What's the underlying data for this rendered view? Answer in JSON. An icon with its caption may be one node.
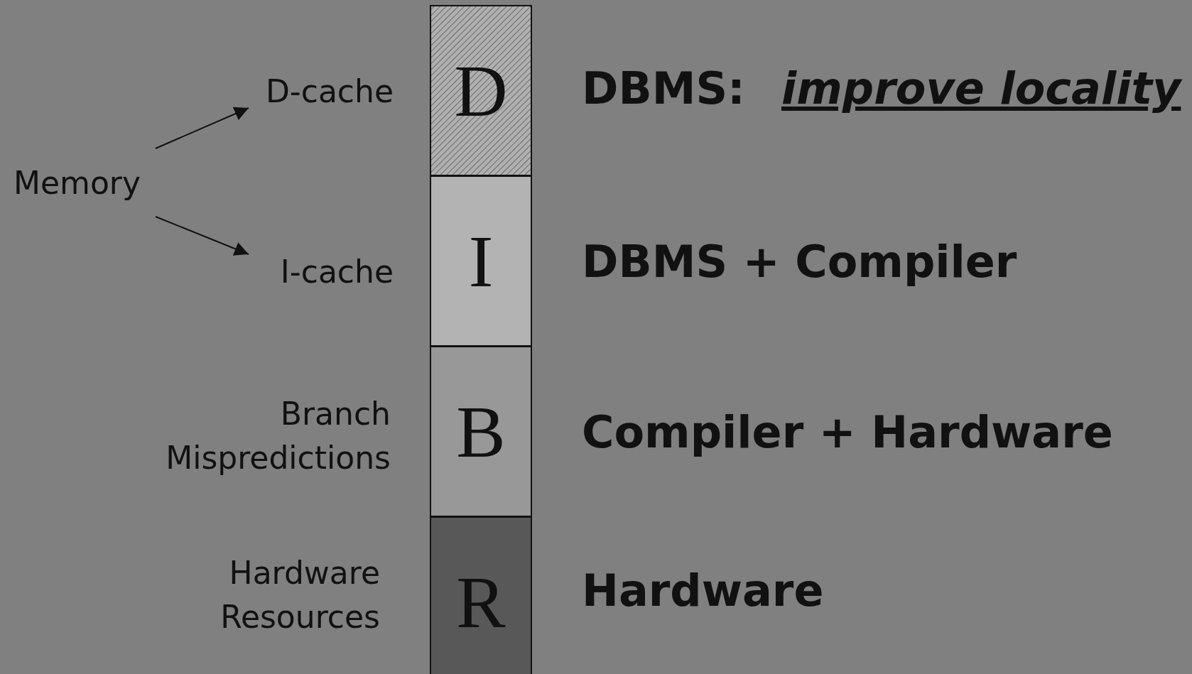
{
  "diagram": {
    "nodes": [
      {
        "text": [
          "Memory"
        ]
      },
      {
        "text": [
          "D-cache"
        ]
      },
      {
        "text": [
          "I-cache"
        ]
      },
      {
        "text": [
          "D"
        ]
      },
      {
        "text": [
          "I"
        ]
      },
      {
        "text": [
          "B"
        ]
      },
      {
        "text": [
          "R"
        ]
      }
    ],
    "edges": [
      {
        "from": 0,
        "to": 1,
        "arrow": "to"
      },
      {
        "from": 0,
        "to": 2,
        "arrow": "to"
      }
    ],
    "labels": [
      "DBMS:",
      "improve locality",
      "DBMS + Compiler",
      "Branch Mispredictions",
      "Compiler + Hardware",
      "Hardware Resources",
      "Hardware"
    ]
  }
}
